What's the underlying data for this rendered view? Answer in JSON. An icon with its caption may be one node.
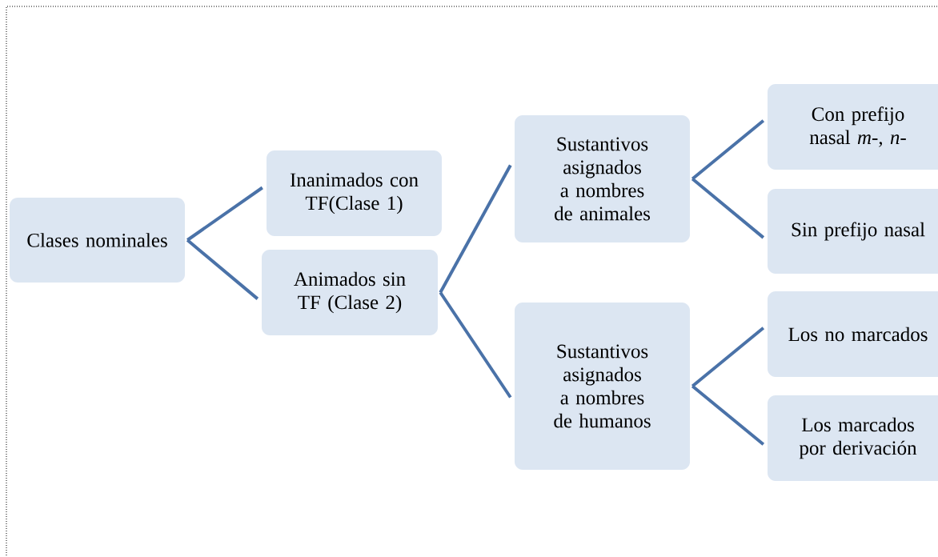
{
  "diagram": {
    "nodes": [
      {
        "text": [
          "Clases nominales"
        ]
      },
      {
        "text": [
          "Inanimados con TF(Clase 1)"
        ]
      },
      {
        "text": [
          "Animados sin TF (Clase 2)"
        ]
      },
      {
        "text": [
          "Sustantivos asignados a nombres de animales"
        ]
      },
      {
        "text": [
          "Sustantivos asignados a nombres de humanos"
        ]
      },
      {
        "text": [
          "Con prefijo nasal *m-*, *n-*"
        ]
      },
      {
        "text": [
          "Sin prefijo nasal"
        ]
      },
      {
        "text": [
          "Los no marcados"
        ]
      },
      {
        "text": [
          "Los marcados por derivación"
        ]
      }
    ],
    "edges": [
      {
        "from": 0,
        "to": 1,
        "arrow": "none"
      },
      {
        "from": 0,
        "to": 2,
        "arrow": "none"
      },
      {
        "from": 2,
        "to": 3,
        "arrow": "none"
      },
      {
        "from": 2,
        "to": 4,
        "arrow": "none"
      },
      {
        "from": 3,
        "to": 5,
        "arrow": "none"
      },
      {
        "from": 3,
        "to": 6,
        "arrow": "none"
      },
      {
        "from": 4,
        "to": 7,
        "arrow": "none"
      },
      {
        "from": 4,
        "to": 8,
        "arrow": "none"
      }
    ]
  }
}
